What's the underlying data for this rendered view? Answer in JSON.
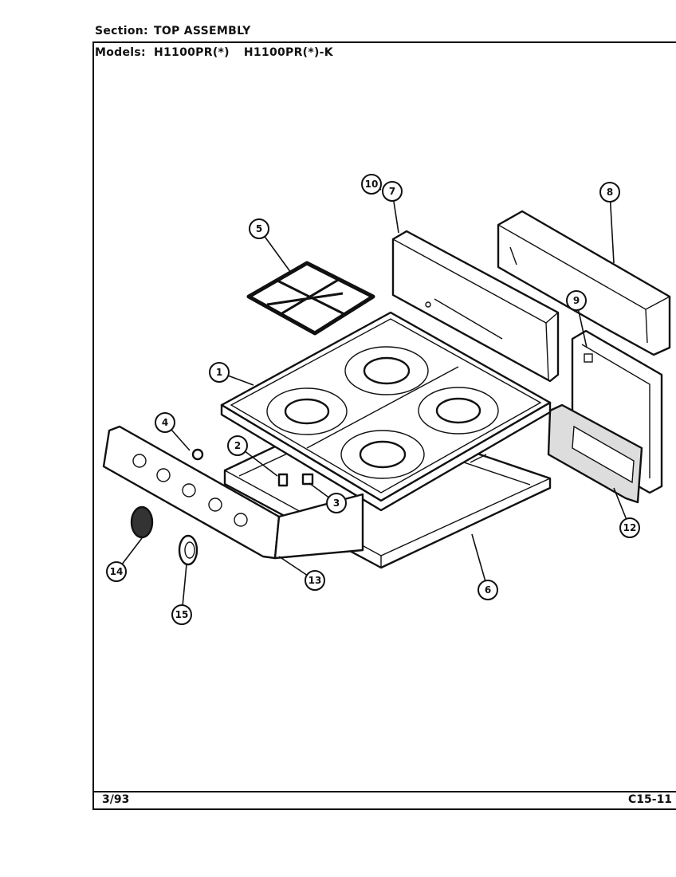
{
  "header": {
    "section_label": "Section:",
    "section_value": "TOP ASSEMBLY",
    "models_label": "Models:",
    "models": [
      "H1100PR(*)",
      "H1100PR(*)-K"
    ]
  },
  "footer": {
    "date": "3/93",
    "code": "C15-11"
  },
  "callouts": [
    "1",
    "2",
    "3",
    "4",
    "5",
    "6",
    "7",
    "8",
    "9",
    "10",
    "12",
    "13",
    "14",
    "15"
  ]
}
